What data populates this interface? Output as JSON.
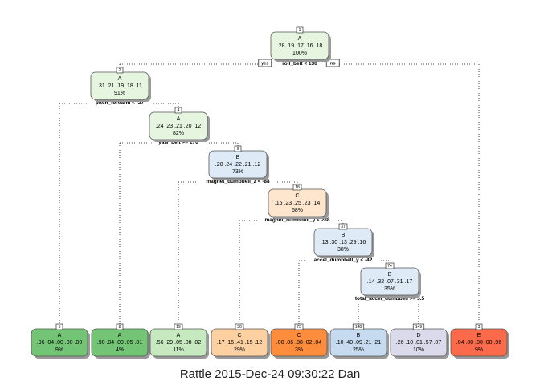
{
  "nodes": [
    {
      "id": "1",
      "class": "A",
      "probs": ".28 .19 .17 .16 .18",
      "pct": "100%",
      "color": "#e5f5e0"
    },
    {
      "id": "2",
      "class": "A",
      "probs": ".31 .21 .19 .18 .11",
      "pct": "91%",
      "color": "#e5f5e0"
    },
    {
      "id": "4",
      "class": "A",
      "probs": ".24 .23 .21 .20 .12",
      "pct": "82%",
      "color": "#e5f5e0"
    },
    {
      "id": "9",
      "class": "B",
      "probs": ".20 .24 .22 .21 .12",
      "pct": "73%",
      "color": "#deebf7"
    },
    {
      "id": "18",
      "class": "C",
      "probs": ".15 .23 .25 .23 .14",
      "pct": "68%",
      "color": "#fee6ce"
    },
    {
      "id": "37",
      "class": "B",
      "probs": ".13 .30 .13 .29 .16",
      "pct": "38%",
      "color": "#deebf7"
    },
    {
      "id": "74",
      "class": "B",
      "probs": ".14 .32 .07 .31 .17",
      "pct": "35%",
      "color": "#deebf7"
    },
    {
      "id": "3",
      "class": "E",
      "probs": ".04 .00 .00 .00 .96",
      "pct": "9%",
      "color": "#fb6a4a"
    },
    {
      "id": "5",
      "class": "A",
      "probs": ".96 .04 .00 .00 .00",
      "pct": "9%",
      "color": "#74c476"
    },
    {
      "id": "8",
      "class": "A",
      "probs": ".90 .04 .00 .05 .01",
      "pct": "4%",
      "color": "#74c476"
    },
    {
      "id": "19",
      "class": "A",
      "probs": ".56 .29 .05 .08 .02",
      "pct": "11%",
      "color": "#c7e9c0"
    },
    {
      "id": "36",
      "class": "C",
      "probs": ".17 .15 .41 .15 .12",
      "pct": "29%",
      "color": "#fdd0a2"
    },
    {
      "id": "73",
      "class": "C",
      "probs": ".00 .06 .88 .02 .04",
      "pct": "3%",
      "color": "#fd8d3c"
    },
    {
      "id": "148",
      "class": "B",
      "probs": ".10 .40 .09 .21 .21",
      "pct": "25%",
      "color": "#c6dbef"
    },
    {
      "id": "149",
      "class": "D",
      "probs": ".26 .10 .01 .57 .07",
      "pct": "10%",
      "color": "#dadaeb"
    }
  ],
  "splits": [
    {
      "label": "roll_belt < 130"
    },
    {
      "label": "pitch_forearm < -27"
    },
    {
      "label": "yaw_belt >= 170"
    },
    {
      "label": "magnet_dumbbell_z < -88"
    },
    {
      "label": "magnet_dumbbell_y < 288"
    },
    {
      "label": "accel_dumbbell_y < -42"
    },
    {
      "label": "total_accel_dumbbell >= 5.5"
    }
  ],
  "branch_yes": "yes",
  "branch_no": "no",
  "footer": "Rattle 2015-Dec-24 09:30:22 Dan",
  "colors": {
    "edge": "#444444",
    "node_border": "#555555",
    "shadow": "#999999"
  }
}
